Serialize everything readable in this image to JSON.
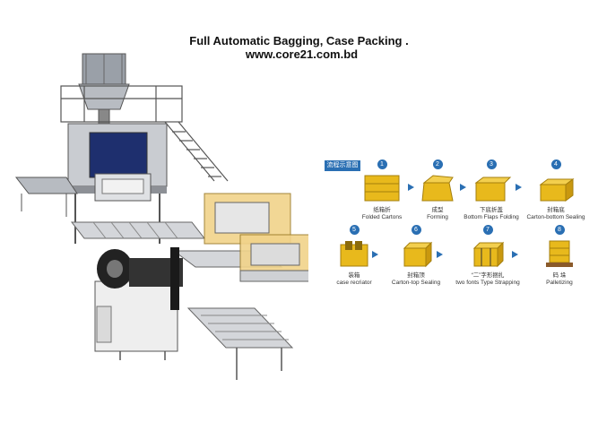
{
  "header": {
    "title_line1": "Full Automatic Bagging, Case Packing .",
    "title_line2": "www.core21.com.bd"
  },
  "flow": {
    "heading": "流程示意图",
    "accent_color": "#2a6fb3",
    "carton_color": "#e8b91c",
    "steps": [
      {
        "num": "1",
        "cn": "纸箱折",
        "en": "Folded Cartons"
      },
      {
        "num": "2",
        "cn": "成型",
        "en": "Forming"
      },
      {
        "num": "3",
        "cn": "下底折盖",
        "en": "Bottom Flaps Folding"
      },
      {
        "num": "4",
        "cn": "封箱底",
        "en": "Carton-bottom Sealing"
      },
      {
        "num": "5",
        "cn": "装箱",
        "en": "case recriator"
      },
      {
        "num": "6",
        "cn": "封箱顶",
        "en": "Carton-top Sealing"
      },
      {
        "num": "7",
        "cn": "“二”字形捆扎",
        "en": "two fonts Type Strapping"
      },
      {
        "num": "8",
        "cn": "码 垛",
        "en": "Palletizing"
      }
    ]
  }
}
